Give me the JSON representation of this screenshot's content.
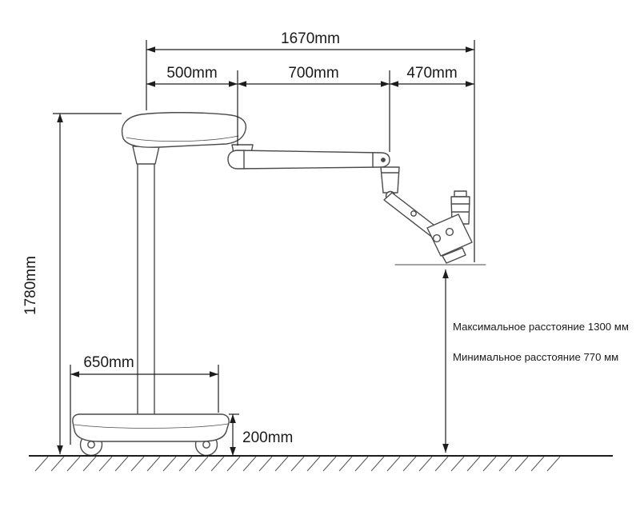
{
  "diagram": {
    "labels": {
      "total_width": "1670mm",
      "segment_1": "500mm",
      "segment_2": "700mm",
      "segment_3": "470mm",
      "total_height": "1780mm",
      "base_width": "650mm",
      "base_height": "200mm",
      "max_distance": "Максимальное расстояние 1300 мм",
      "min_distance": "Минимальное расстояние 770 мм"
    },
    "colors": {
      "dimension_line": "#1d1d1d",
      "artwork_line": "#4a4a4a",
      "background": "#ffffff"
    }
  }
}
